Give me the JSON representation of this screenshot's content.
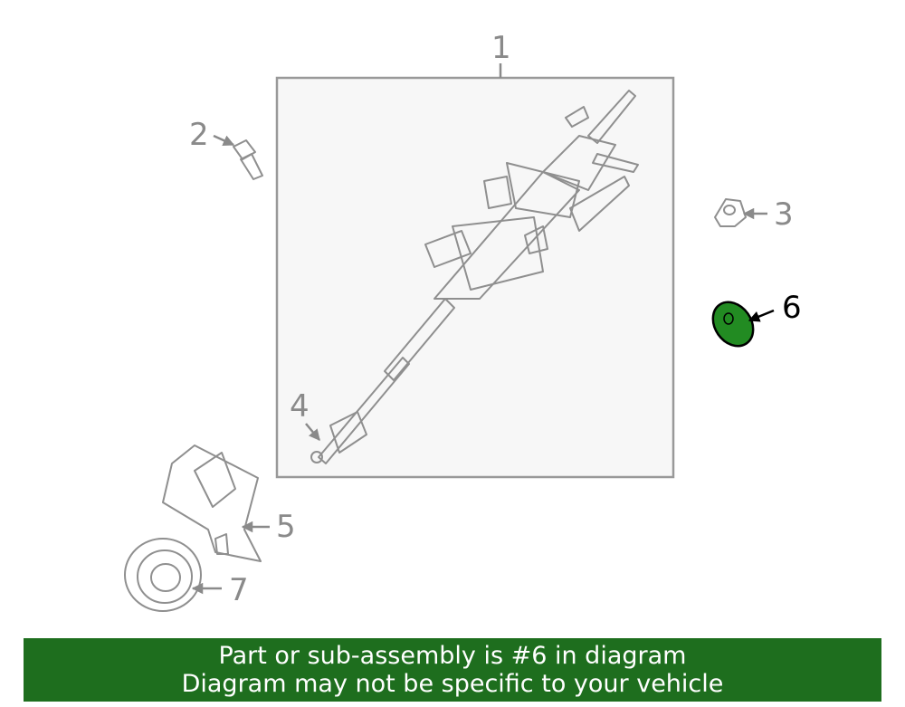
{
  "callouts": {
    "c1": "1",
    "c2": "2",
    "c3": "3",
    "c4": "4",
    "c5": "5",
    "c6": "6",
    "c7": "7"
  },
  "highlight_color": "#228b22",
  "banner": {
    "line1": "Part or sub-assembly is #6 in diagram",
    "line2": "Diagram may not be specific to your vehicle",
    "background": "#1e6e1e"
  }
}
